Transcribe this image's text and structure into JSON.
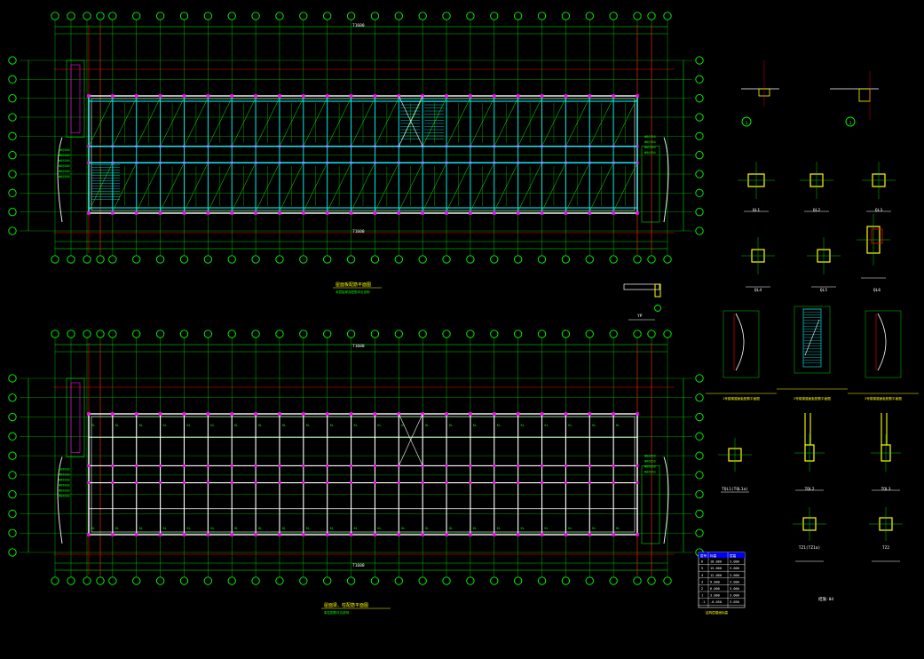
{
  "drawing": {
    "top_plan_title": "屋面板配筋平面图",
    "bottom_plan_title": "屋面梁、柱配筋平面图",
    "top_plan_note": "本层板厚及配筋详见说明",
    "bottom_plan_note": "梁柱配筋详见说明",
    "dim_total": "71600",
    "detail_yp": "YP",
    "drawing_number": "结施-04"
  },
  "details": {
    "sections": [
      "1",
      "2"
    ],
    "columns_row1": [
      "QL1",
      "QL2",
      "QL3"
    ],
    "columns_row2": [
      "QL4",
      "QL5",
      "QL6"
    ],
    "stair_plans": [
      "1号楼梯屋面板配筋平面图",
      "2号楼梯屋面板配筋平面图",
      "3号楼梯屋面板配筋平面图"
    ],
    "tz_row1": [
      "TQL1(TQL1a)",
      "TQL2",
      "TQL3"
    ],
    "tz_row2": [
      "TZ1(TZ1a)",
      "TZ2"
    ]
  },
  "elev_table": {
    "header": [
      "层号",
      "标高",
      "层高"
    ],
    "rows": [
      [
        "6",
        "18.000",
        "3.000"
      ],
      [
        "5",
        "15.000",
        "3.000"
      ],
      [
        "4",
        "12.000",
        "3.000"
      ],
      [
        "3",
        "9.000",
        "3.000"
      ],
      [
        "2",
        "6.000",
        "3.000"
      ],
      [
        "1",
        "3.000",
        "3.000"
      ],
      [
        "-1",
        "-0.050",
        "3.050"
      ]
    ],
    "footer": "结构层楼面标高"
  },
  "colors": {
    "background": "#000000",
    "axis": "#00ff00",
    "beam": "#00ffff",
    "wall": "#ffffff",
    "red": "#ff0000",
    "magenta": "#ff00ff",
    "yellow": "#ffff00"
  }
}
